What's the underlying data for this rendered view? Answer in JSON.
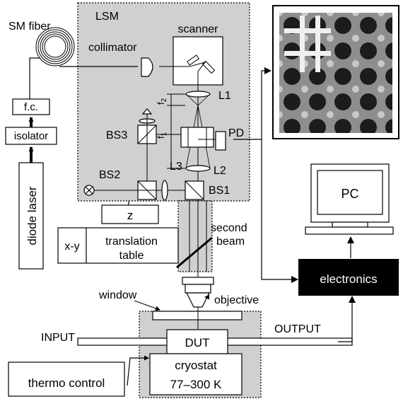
{
  "labels": {
    "sm_fiber": "SM fiber",
    "lsm": "LSM",
    "scanner": "scanner",
    "collimator": "collimator",
    "fc": "f.c.",
    "isolator": "isolator",
    "diode_laser": "diode laser",
    "l1": "L1",
    "l2": "L2",
    "l3": "L3",
    "f2": "f",
    "f2_sub": "2",
    "f1": "f",
    "f1_sub": "1",
    "bs1": "BS1",
    "bs2": "BS2",
    "bs3": "BS3",
    "pd": "PD",
    "z": "z",
    "xy": "x-y",
    "translation": "translation",
    "table": "table",
    "second": "second",
    "beam": "beam",
    "objective": "objective",
    "window": "window",
    "input": "INPUT",
    "output": "OUTPUT",
    "dut": "DUT",
    "cryostat": "cryostat",
    "temp_range": "77–300 K",
    "thermo": "thermo  control",
    "pc": "PC",
    "electronics": "electronics"
  },
  "colors": {
    "panel_gray": "#d0d0d0",
    "electronics_bg": "#000000",
    "electronics_text": "#ffffff",
    "image_bg": "#8a8a8a",
    "image_spot": "#1a1a1a"
  }
}
